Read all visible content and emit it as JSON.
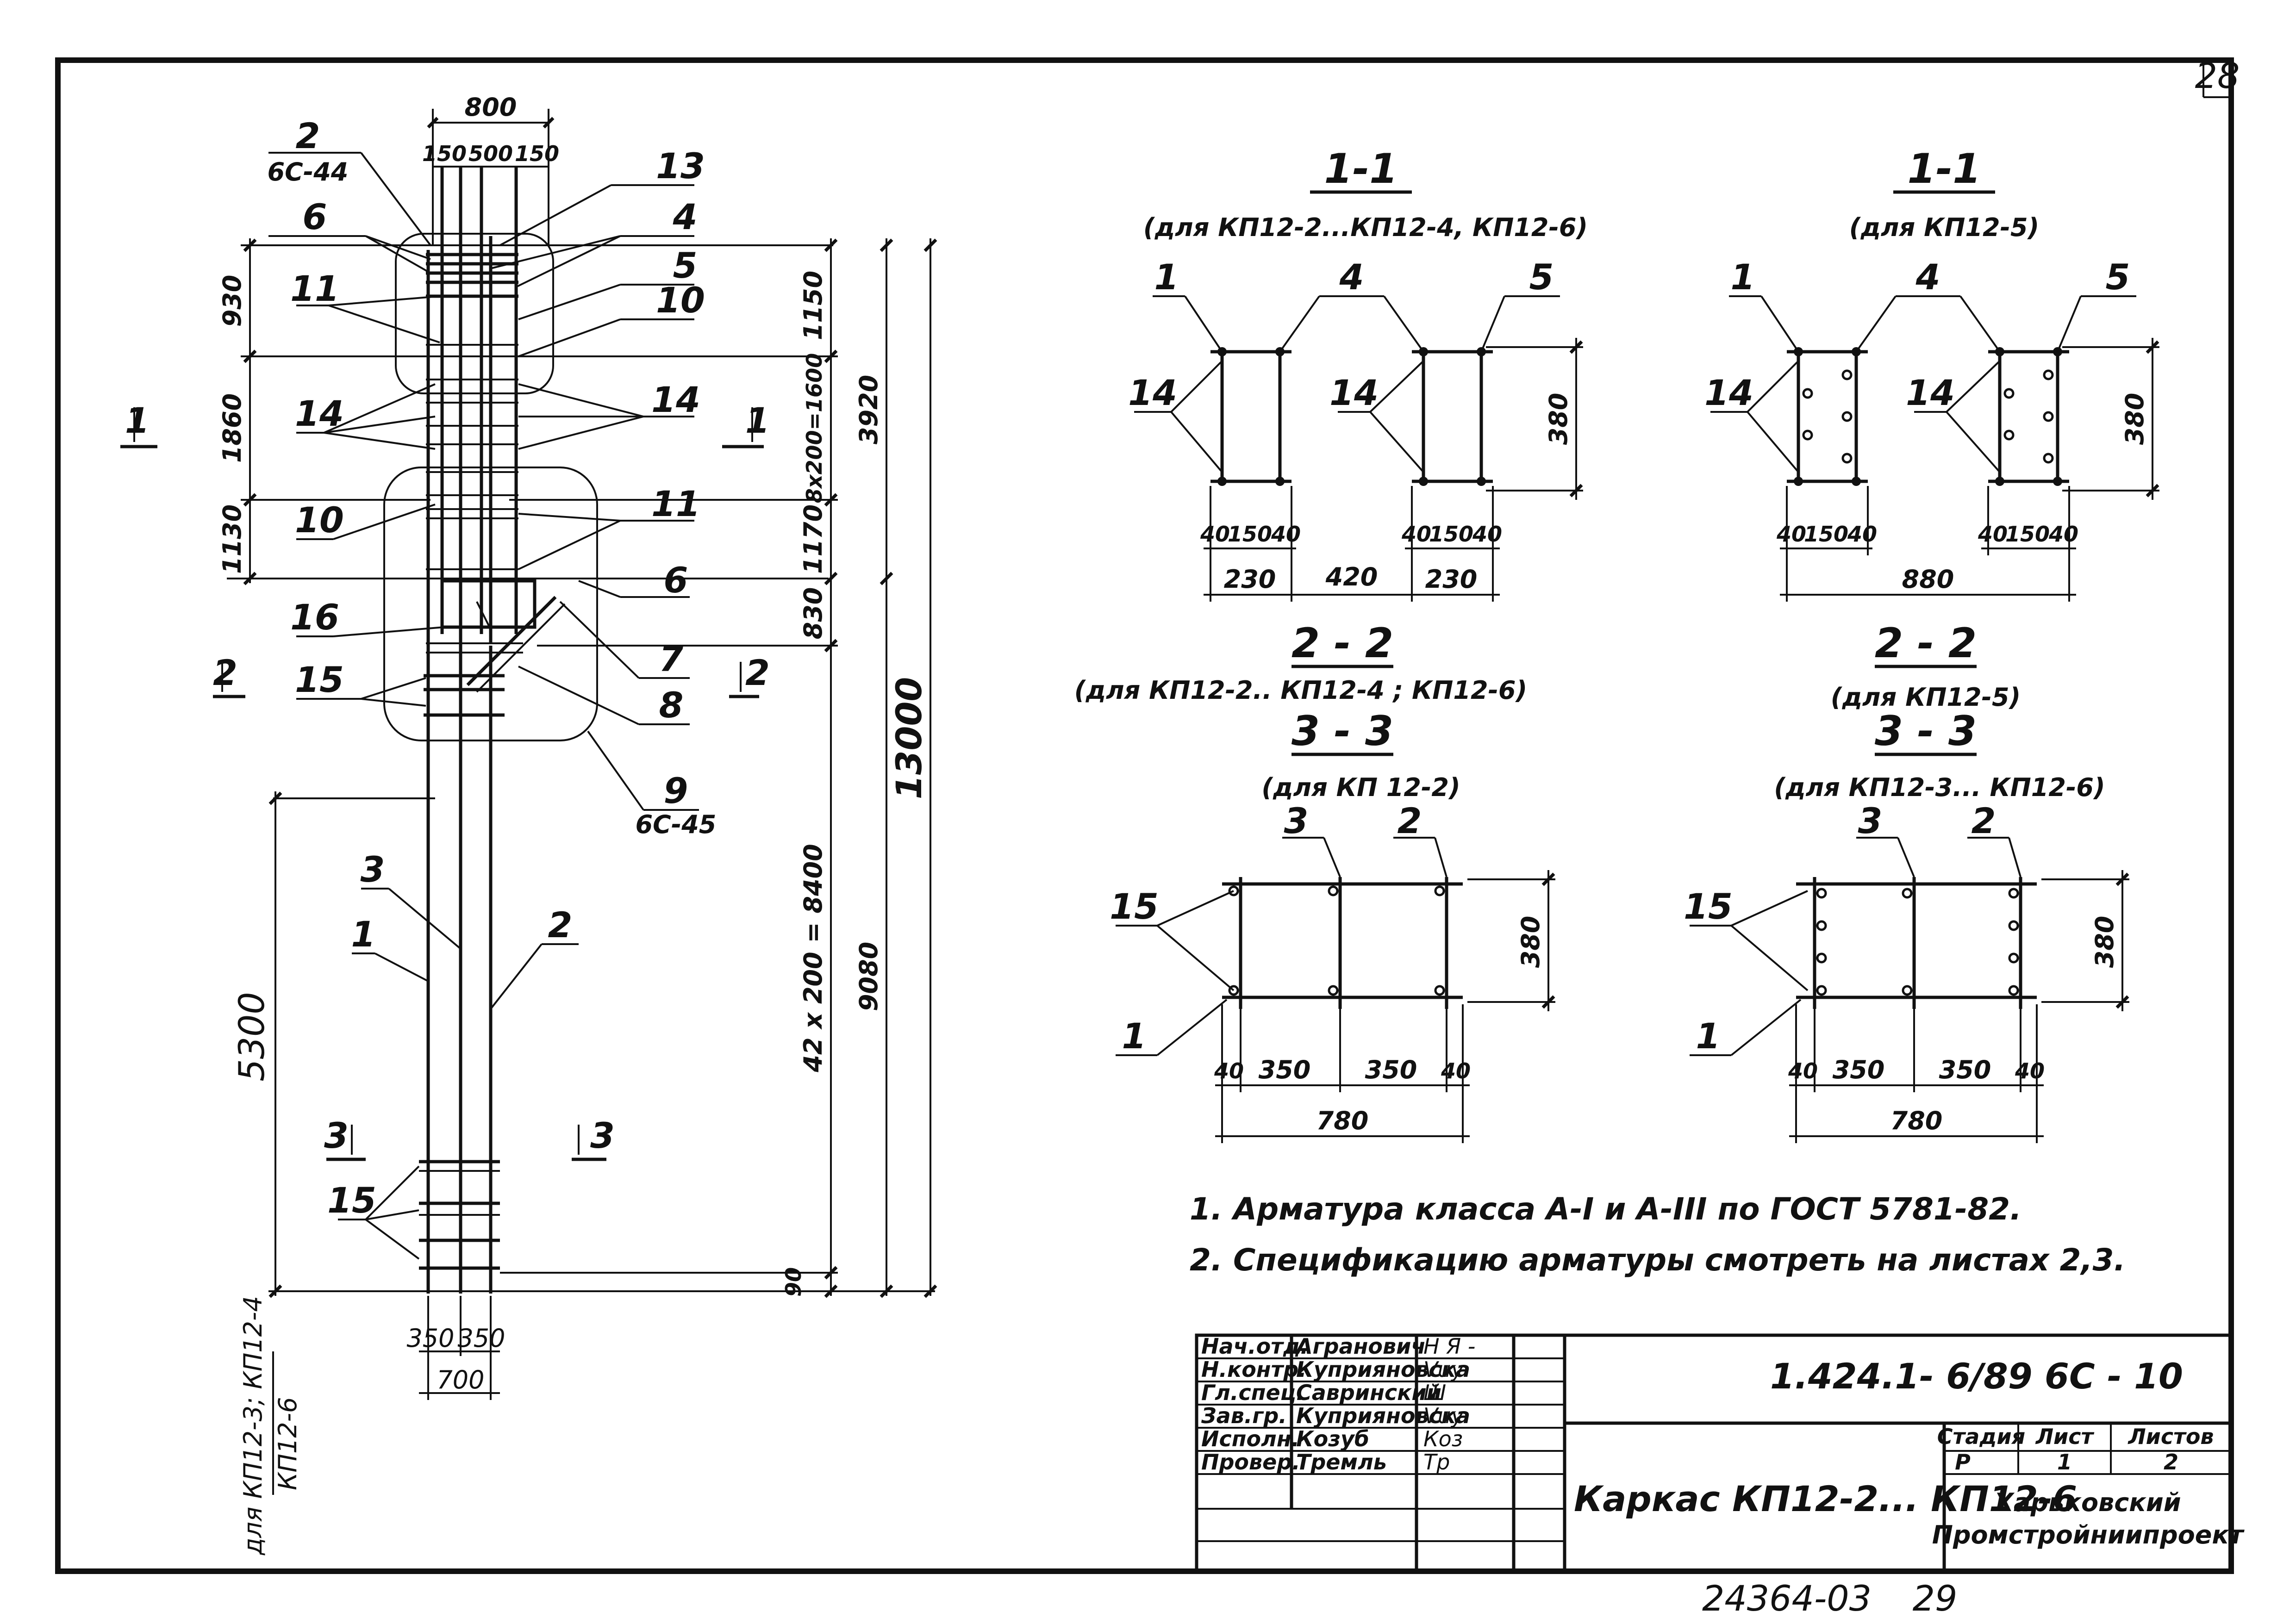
{
  "page_number": "28",
  "bottom_code": "24364-03",
  "bottom_page": "29",
  "elevation": {
    "dims_top": {
      "overall": "800",
      "left": "150",
      "mid": "500",
      "right": "150"
    },
    "dims_left": {
      "d1": "930",
      "d2": "1860",
      "d3": "1130"
    },
    "dims_right_inner": {
      "d1": "1150",
      "d2": "8x200=1600",
      "d3": "1170",
      "d4": "830",
      "d5": "42 x 200 = 8400",
      "d6": "90"
    },
    "dims_right_mid": {
      "d1": "3920",
      "d2": "9080"
    },
    "dims_right_outer": "13000",
    "dim_lower_left": "5300",
    "dims_bottom": {
      "left": "350",
      "right": "350",
      "total": "700"
    },
    "applicability_line1": "для КП12-3; КП12-4",
    "applicability_line2": "КП12-6",
    "callouts": [
      {
        "num": "2",
        "sub": "6С-44"
      },
      {
        "num": "13"
      },
      {
        "num": "4"
      },
      {
        "num": "6"
      },
      {
        "num": "5"
      },
      {
        "num": "11"
      },
      {
        "num": "10"
      },
      {
        "num": "14"
      },
      {
        "num": "14"
      },
      {
        "num": "10"
      },
      {
        "num": "11"
      },
      {
        "num": "6"
      },
      {
        "num": "16"
      },
      {
        "num": "7"
      },
      {
        "num": "15"
      },
      {
        "num": "8"
      },
      {
        "num": "9",
        "sub": "6С-45"
      },
      {
        "num": "3"
      },
      {
        "num": "2"
      },
      {
        "num": "1"
      },
      {
        "num": "15"
      }
    ],
    "section_marks": [
      {
        "num": "1",
        "side": "left"
      },
      {
        "num": "1",
        "side": "right"
      },
      {
        "num": "2",
        "side": "left"
      },
      {
        "num": "2",
        "side": "right"
      },
      {
        "num": "3",
        "side": "left"
      },
      {
        "num": "3",
        "side": "right"
      }
    ]
  },
  "sections": [
    {
      "title": "1-1",
      "subtitle": "(для КП12-2...КП12-4, КП12-6)",
      "labels": [
        "1",
        "4",
        "5",
        "14",
        "14"
      ],
      "dims": [
        "380",
        "40",
        "150",
        "40",
        "40",
        "150",
        "40",
        "230",
        "420",
        "230"
      ]
    },
    {
      "title": "1-1",
      "subtitle": "(для КП12-5)",
      "labels": [
        "1",
        "4",
        "5",
        "14",
        "14"
      ],
      "dims": [
        "380",
        "40",
        "150",
        "40",
        "40",
        "150",
        "40",
        "880"
      ]
    },
    {
      "title": "2 - 2",
      "subtitle": "(для КП12-2.. КП12-4 ; КП12-6)"
    },
    {
      "title": "2 - 2",
      "subtitle": "(для КП12-5)"
    },
    {
      "title": "3 - 3",
      "subtitle": "(для КП 12-2)",
      "labels": [
        "3",
        "2",
        "15",
        "1"
      ],
      "dims": [
        "380",
        "40",
        "350",
        "350",
        "40",
        "780"
      ]
    },
    {
      "title": "3 - 3",
      "subtitle": "(для КП12-3... КП12-6)",
      "labels": [
        "3",
        "2",
        "15",
        "1"
      ],
      "dims": [
        "380",
        "40",
        "350",
        "350",
        "40",
        "780"
      ]
    }
  ],
  "notes": [
    "1. Арматура класса А-I и А-III по ГОСТ 5781-82.",
    "2. Спецификацию арматуры смотреть на листах 2,3."
  ],
  "title_block": {
    "roles": [
      {
        "role": "Нач.отд.",
        "name": "Агранович",
        "sign": "Н Я -"
      },
      {
        "role": "Н.контр.",
        "name": "Куприяновска",
        "sign": "Vuy"
      },
      {
        "role": "Гл.спец.",
        "name": "Савринский",
        "sign": "Ш"
      },
      {
        "role": "Зав.гр.",
        "name": "Куприяновска",
        "sign": "Vuy"
      },
      {
        "role": "Исполн.",
        "name": "Козуб",
        "sign": "Коз"
      },
      {
        "role": "Провер.",
        "name": "Тремль",
        "sign": "Тр"
      }
    ],
    "doc_code": "1.424.1- 6/89    6С - 10",
    "doc_title": "Каркас КП12-2... КП12-6",
    "stage_label": "Стадия",
    "sheet_label": "Лист",
    "sheets_label": "Листов",
    "stage": "Р",
    "sheet": "1",
    "sheets": "2",
    "org_line1": "Харьковский",
    "org_line2": "Промстройниипроект"
  }
}
